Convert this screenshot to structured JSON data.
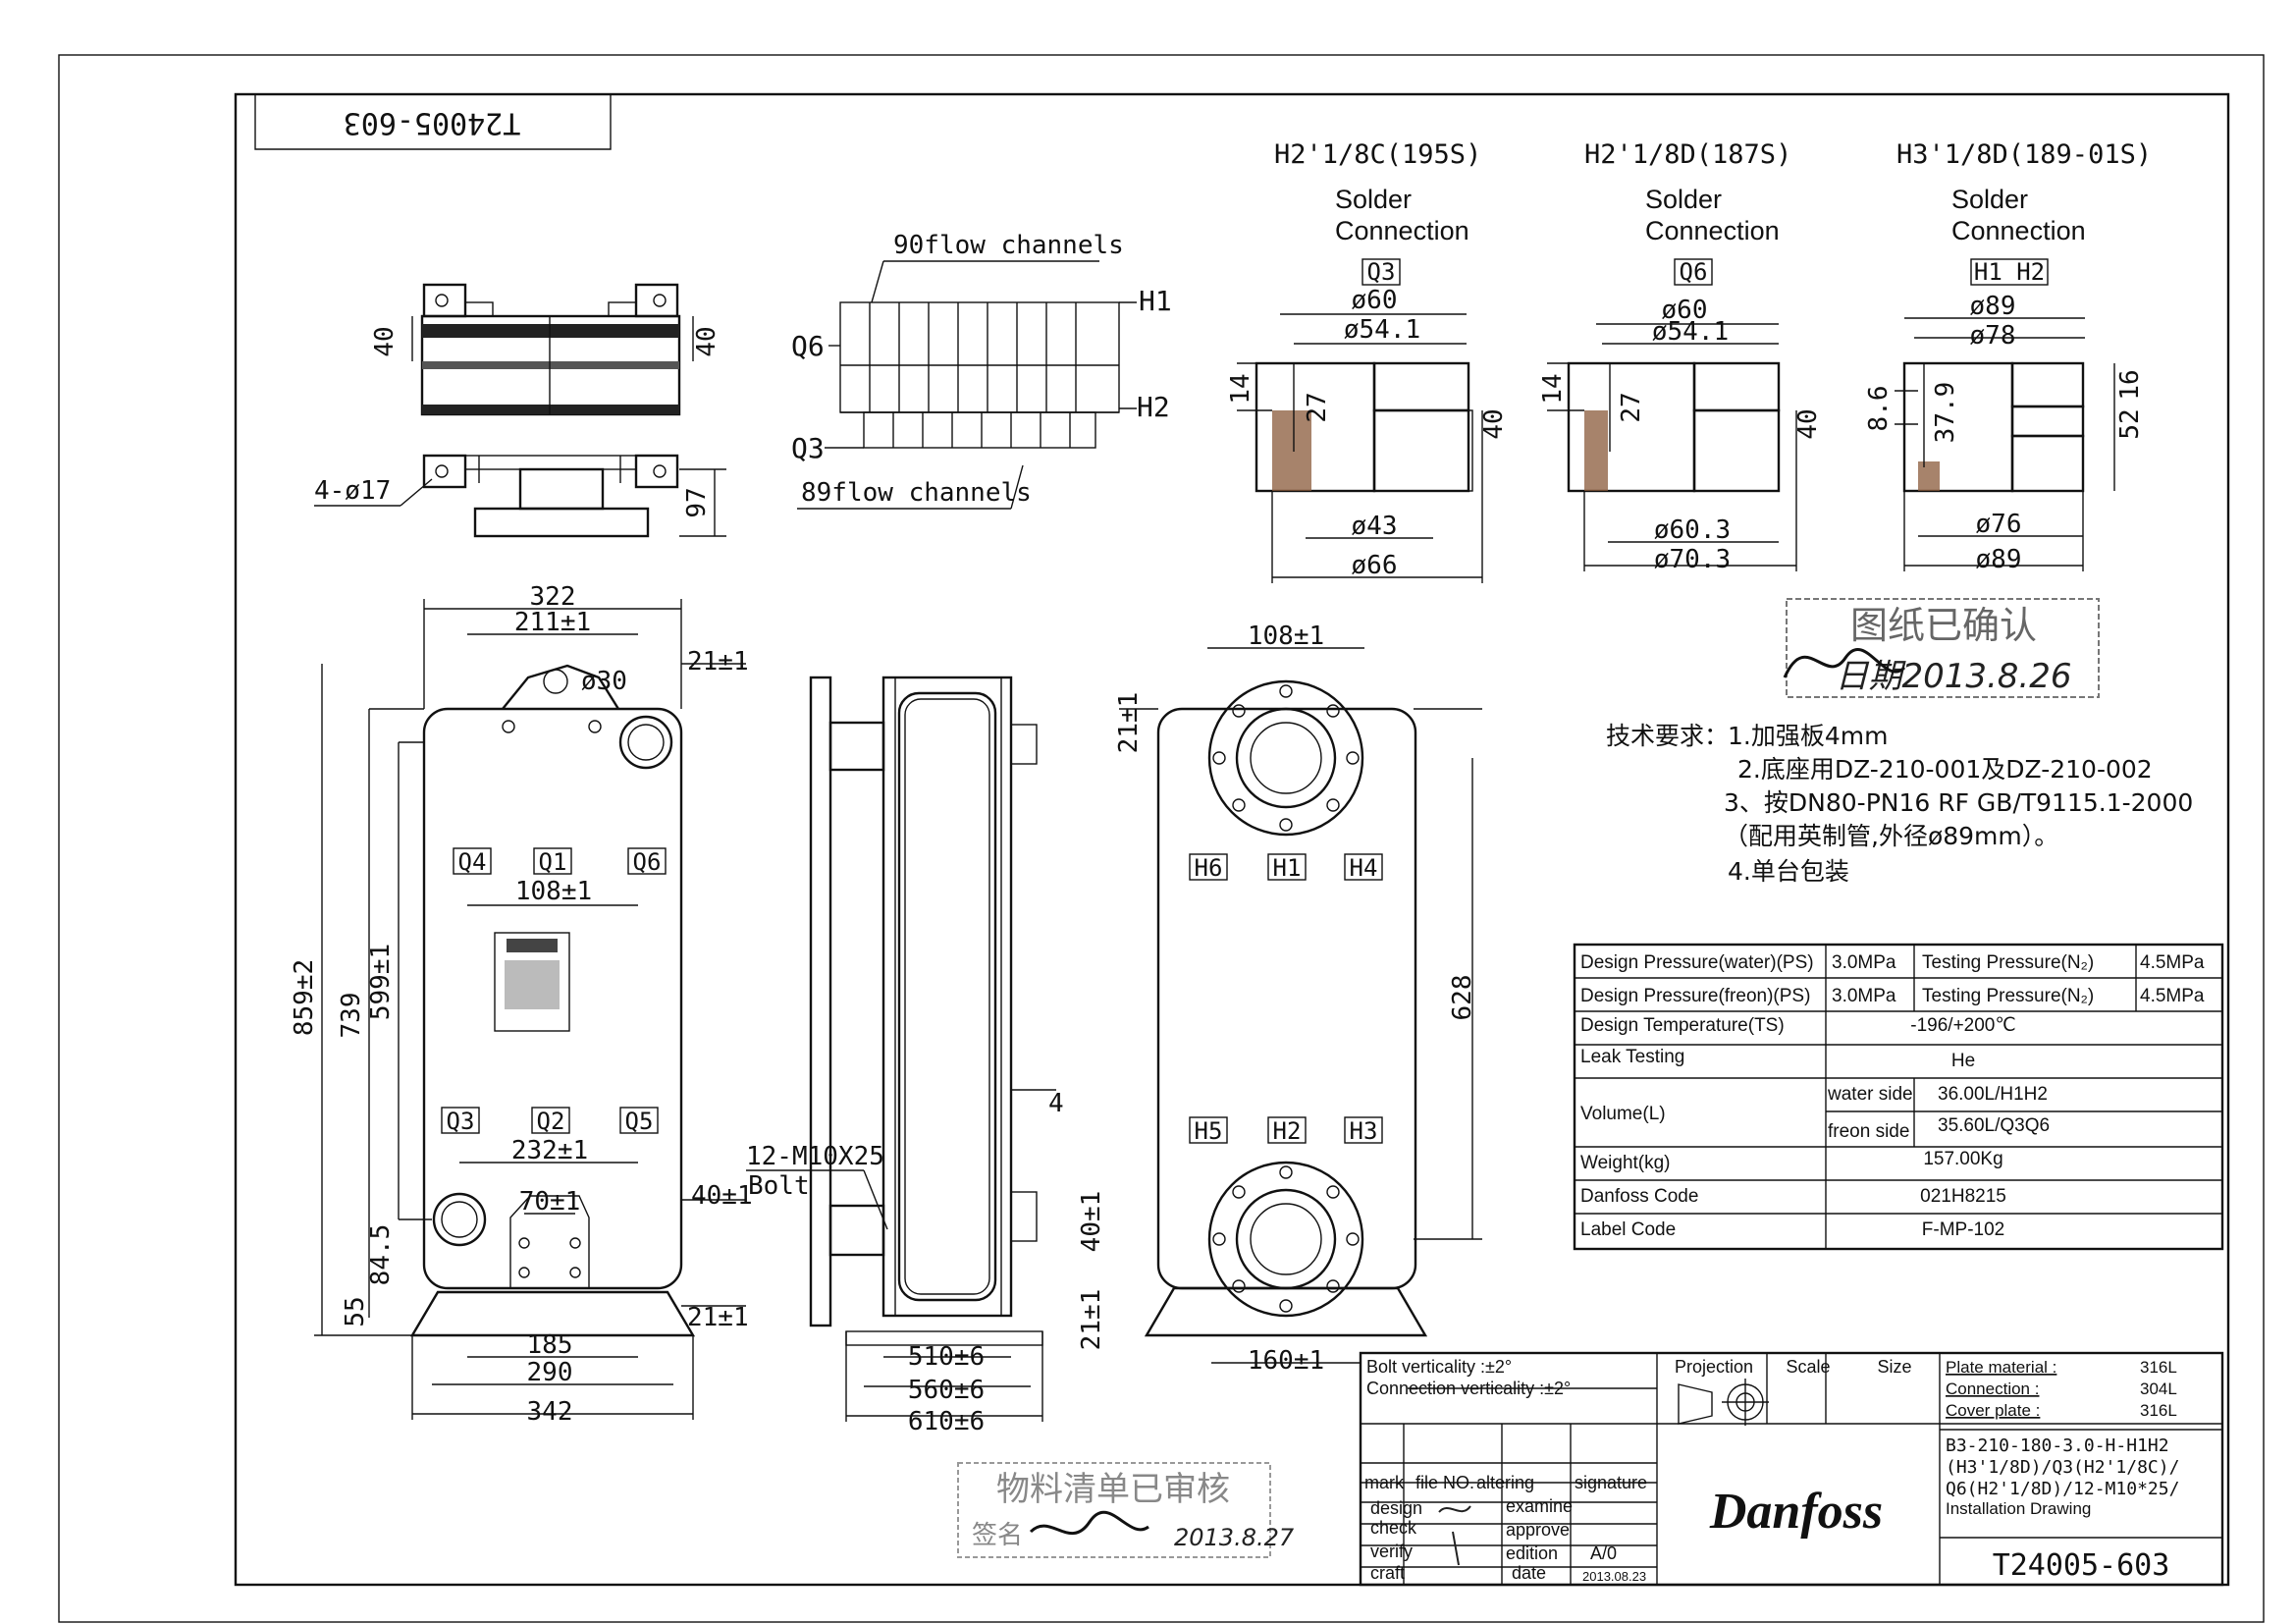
{
  "doc_number_top": "T24005-603",
  "connections": [
    {
      "title": "H2'1/8C(195S)",
      "type_line1": "Solder",
      "type_line2": "Connection",
      "tag": "Q3",
      "d_top1": "ø60",
      "d_top2": "ø54.1",
      "h_left": "14",
      "h_inner": "27",
      "h_right": "40",
      "d_bot1": "ø43",
      "d_bot2": "ø66"
    },
    {
      "title": "H2'1/8D(187S)",
      "type_line1": "Solder",
      "type_line2": "Connection",
      "tag": "Q6",
      "d_top1": "ø60",
      "d_top2": "ø54.1",
      "h_left": "14",
      "h_inner": "27",
      "h_right": "40",
      "d_bot1": "ø60.3",
      "d_bot2": "ø70.3"
    },
    {
      "title": "H3'1/8D(189-01S)",
      "type_line1": "Solder",
      "type_line2": "Connection",
      "tag": "H1 H2",
      "d_top1": "ø89",
      "d_top2": "ø78",
      "h_left": "8.6",
      "h_inner": "37.9",
      "h_right": "52",
      "h_right2": "16",
      "d_bot1": "ø76",
      "d_bot2": "ø89"
    }
  ],
  "top_view": {
    "dim_40_left": "40",
    "dim_40_right": "40",
    "dim_97": "97",
    "holes": "4-ø17"
  },
  "channels": {
    "top": "90flow channels",
    "bottom": "89flow channels",
    "h1": "H1",
    "h2": "H2",
    "q6": "Q6",
    "q3": "Q3"
  },
  "front_view": {
    "w322": "322",
    "w211": "211±1",
    "d30": "ø30",
    "d21a": "21±1",
    "q4": "Q4",
    "q1": "Q1",
    "q6": "Q6",
    "w108": "108±1",
    "h859": "859±2",
    "h739": "739",
    "h599": "599±1",
    "q3": "Q3",
    "q2": "Q2",
    "q5": "Q5",
    "w232": "232±1",
    "w70": "70±1",
    "h40": "40±1",
    "h84": "84.5",
    "h55": "55",
    "d21b": "21±1",
    "w185": "185",
    "w290": "290",
    "w342": "342"
  },
  "side_view": {
    "bolt": "12-M10X25",
    "bolt2": "Bolt",
    "d4": "4",
    "w510": "510±6",
    "w560": "560±6",
    "w610": "610±6"
  },
  "back_view": {
    "w108": "108±1",
    "h21a": "21±1",
    "h6": "H6",
    "h1": "H1",
    "h4": "H4",
    "h628": "628",
    "h5": "H5",
    "h2": "H2",
    "h3": "H3",
    "h40": "40±1",
    "h21b": "21±1",
    "w160": "160±1"
  },
  "stamp_top": {
    "line1": "图纸已确认",
    "line2": "日期2013.8.26"
  },
  "requirements": {
    "label": "技术要求：",
    "items": [
      "1.加强板4mm",
      "2.底座用DZ-210-001及DZ-210-002",
      "3、按DN80-PN16 RF GB/T9115.1-2000",
      "（配用英制管,外径ø89mm）。",
      "4.单台包装"
    ]
  },
  "spec_table": [
    {
      "k": "Design Pressure(water)(PS)",
      "v": "3.0MPa",
      "k2": "Testing Pressure(N₂)",
      "v2": "4.5MPa"
    },
    {
      "k": "Design Pressure(freon)(PS)",
      "v": "3.0MPa",
      "k2": "Testing Pressure(N₂)",
      "v2": "4.5MPa"
    },
    {
      "k": "Design Temperature(TS)",
      "v": "-196/+200℃"
    },
    {
      "k": "Leak Testing",
      "v": "He"
    },
    {
      "k": "Volume(L)",
      "sub1": "water side",
      "val1": "36.00L/H1H2",
      "sub2": "freon side",
      "val2": "35.60L/Q3Q6"
    },
    {
      "k": "Weight(kg)",
      "v": "157.00Kg"
    },
    {
      "k": "Danfoss Code",
      "v": "021H8215"
    },
    {
      "k": "Label Code",
      "v": "F-MP-102"
    }
  ],
  "title_block": {
    "bolt_vert": "Bolt  verticality     :±2°",
    "conn_vert": "Connection  verticality :±2°",
    "projection": "Projection",
    "scale": "Scale",
    "size": "Size",
    "mark": "mark",
    "file_no": "file NO.",
    "altering": "altering",
    "signature": "signature",
    "design": "design",
    "examine": "examine",
    "check": "check",
    "approve": "approve",
    "verify": "verify",
    "edition": "edition",
    "edition_val": "A/0",
    "craft": "craft",
    "date": "date",
    "date_val": "2013.08.23",
    "plate_material": "Plate material :",
    "plate_val": "316L",
    "connection": "Connection       :",
    "connection_val": "304L",
    "cover_plate": "Cover  plate    :",
    "cover_val": "316L",
    "model1": "B3-210-180-3.0-H-H1H2",
    "model2": "(H3'1/8D)/Q3(H2'1/8C)/",
    "model3": "Q6(H2'1/8D)/12-M10*25/",
    "model4": "Installation Drawing",
    "brand": "Danfoss",
    "doc_number": "T24005-603"
  },
  "stamp_bottom": {
    "line1": "物料清单已审核",
    "line2": "签名",
    "date": "2013.8.27"
  }
}
